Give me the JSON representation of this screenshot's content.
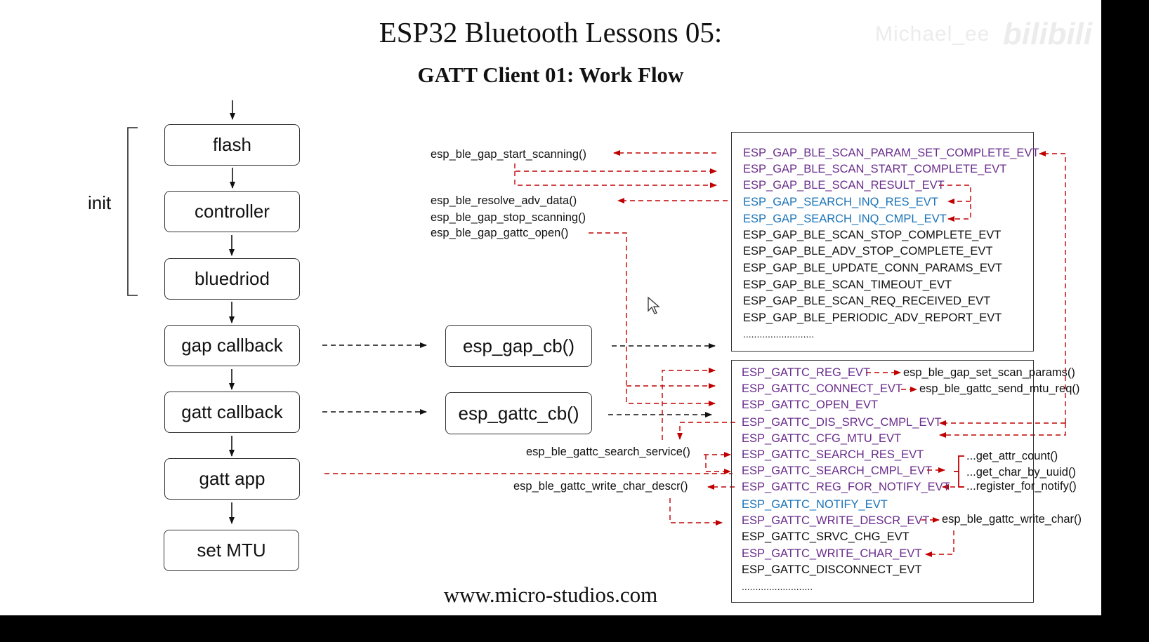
{
  "title": "ESP32 Bluetooth Lessons 05:",
  "subtitle": "GATT Client 01: Work Flow",
  "footer": "www.micro-studios.com",
  "watermark": {
    "text": "Michael_ee",
    "logo": "bilibili"
  },
  "colors": {
    "purple": "#6a2c8c",
    "blue": "#1a73b8",
    "red_arrow": "#c00000",
    "black": "#111111"
  },
  "init_label": "init",
  "steps": [
    "flash",
    "controller",
    "bluedriod",
    "gap callback",
    "gatt callback",
    "gatt app",
    "set MTU"
  ],
  "callbacks": {
    "gap": "esp_gap_cb()",
    "gattc": "esp_gattc_cb()"
  },
  "gap_events": [
    {
      "text": "ESP_GAP_BLE_SCAN_PARAM_SET_COMPLETE_EVT",
      "color": "purple"
    },
    {
      "text": "ESP_GAP_BLE_SCAN_START_COMPLETE_EVT",
      "color": "purple"
    },
    {
      "text": "ESP_GAP_BLE_SCAN_RESULT_EVT",
      "color": "purple"
    },
    {
      "text": "ESP_GAP_SEARCH_INQ_RES_EVT",
      "color": "blue"
    },
    {
      "text": "ESP_GAP_SEARCH_INQ_CMPL_EVT",
      "color": "blue"
    },
    {
      "text": "ESP_GAP_BLE_SCAN_STOP_COMPLETE_EVT",
      "color": "black"
    },
    {
      "text": "ESP_GAP_BLE_ADV_STOP_COMPLETE_EVT",
      "color": "black"
    },
    {
      "text": "ESP_GAP_BLE_UPDATE_CONN_PARAMS_EVT",
      "color": "black"
    },
    {
      "text": "ESP_GAP_BLE_SCAN_TIMEOUT_EVT",
      "color": "black"
    },
    {
      "text": "ESP_GAP_BLE_SCAN_REQ_RECEIVED_EVT",
      "color": "black"
    },
    {
      "text": "ESP_GAP_BLE_PERIODIC_ADV_REPORT_EVT",
      "color": "black"
    }
  ],
  "gap_ellipsis": "..........................",
  "gattc_events": [
    {
      "text": "ESP_GATTC_REG_EVT",
      "color": "purple"
    },
    {
      "text": "ESP_GATTC_CONNECT_EVT",
      "color": "purple"
    },
    {
      "text": "ESP_GATTC_OPEN_EVT",
      "color": "purple"
    },
    {
      "text": "ESP_GATTC_DIS_SRVC_CMPL_EVT",
      "color": "purple"
    },
    {
      "text": "ESP_GATTC_CFG_MTU_EVT",
      "color": "purple"
    },
    {
      "text": "ESP_GATTC_SEARCH_RES_EVT",
      "color": "purple"
    },
    {
      "text": "ESP_GATTC_SEARCH_CMPL_EVT",
      "color": "purple"
    },
    {
      "text": "ESP_GATTC_REG_FOR_NOTIFY_EVT",
      "color": "purple"
    },
    {
      "text": "ESP_GATTC_NOTIFY_EVT",
      "color": "blue"
    },
    {
      "text": "ESP_GATTC_WRITE_DESCR_EVT",
      "color": "purple"
    },
    {
      "text": "ESP_GATTC_SRVC_CHG_EVT",
      "color": "black"
    },
    {
      "text": "ESP_GATTC_WRITE_CHAR_EVT",
      "color": "purple"
    },
    {
      "text": "ESP_GATTC_DISCONNECT_EVT",
      "color": "black"
    }
  ],
  "gattc_ellipsis": "..........................",
  "left_functions": {
    "start_scanning": "esp_ble_gap_start_scanning()",
    "resolve_adv": "esp_ble_resolve_adv_data()",
    "stop_scanning": "esp_ble_gap_stop_scanning()",
    "gattc_open": "esp_ble_gap_gattc_open()",
    "search_service": "esp_ble_gattc_search_service()",
    "write_char_descr": "esp_ble_gattc_write_char_descr()"
  },
  "right_functions": {
    "set_scan_params": "esp_ble_gap_set_scan_params()",
    "send_mtu_req": "esp_ble_gattc_send_mtu_req()",
    "get_attr_count": "...get_attr_count()",
    "get_char_by_uuid": "...get_char_by_uuid()",
    "register_for_notify": "...register_for_notify()",
    "write_char": "esp_ble_gattc_write_char()"
  }
}
